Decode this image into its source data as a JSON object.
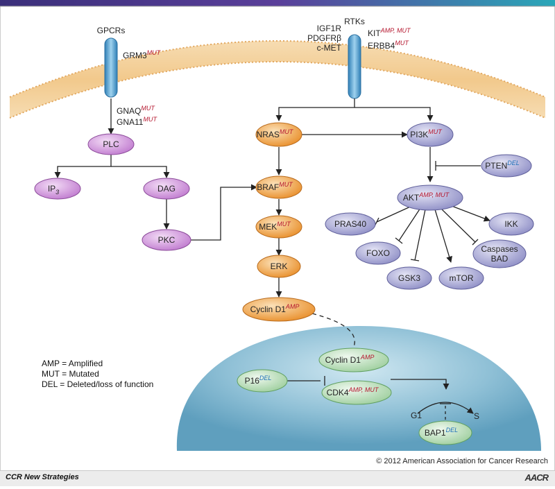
{
  "receptors": {
    "gpcr": {
      "label": "GPCRs",
      "grm3": "GRM3",
      "grm3_sup": "MUT"
    },
    "rtk": {
      "label": "RTKs",
      "left": [
        "IGF1R",
        "PDGFRβ",
        "c-MET"
      ],
      "kit": "KIT",
      "kit_sup": "AMP, MUT",
      "erbb4": "ERBB4",
      "erbb4_sup": "MUT"
    }
  },
  "gna": {
    "gnaq": "GNAQ",
    "gnaq_sup": "MUT",
    "gna11": "GNA11",
    "gna11_sup": "MUT"
  },
  "nodes": {
    "plc": "PLC",
    "ip3": "IP",
    "ip3_sub": "3",
    "dag": "DAG",
    "pkc": "PKC",
    "nras": "NRAS",
    "nras_sup": "MUT",
    "braf": "BRAF",
    "braf_sup": "MUT",
    "mek": "MEK",
    "mek_sup": "MUT",
    "erk": "ERK",
    "cyclin": "Cyclin D1",
    "cyclin_sup": "AMP",
    "pi3k": "PI3K",
    "pi3k_sup": "MUT",
    "pten": "PTEN",
    "pten_sup": "DEL",
    "akt": "AKT",
    "akt_sup": "AMP, MUT",
    "pras40": "PRAS40",
    "ikk": "IKK",
    "foxo": "FOXO",
    "caspases": "Caspases",
    "bad": "BAD",
    "gsk3": "GSK3",
    "mtor": "mTOR"
  },
  "nucleus": {
    "cyclin": "Cyclin D1",
    "cyclin_sup": "AMP",
    "p16": "P16",
    "p16_sup": "DEL",
    "cdk4": "CDK4",
    "cdk4_sup": "AMP, MUT",
    "g1": "G1",
    "s": "S",
    "bap1": "BAP1",
    "bap1_sup": "DEL"
  },
  "legend": [
    "AMP = Amplified",
    "MUT = Mutated",
    "DEL = Deleted/loss of function"
  ],
  "footer": {
    "copyright": "© 2012 American Association for Cancer Research",
    "series": "CCR New Strategies",
    "logo": "AACR"
  },
  "colors": {
    "mut": "#b4142c",
    "del": "#1d6fb8",
    "purple": "#c98bd6",
    "orange": "#f0a040",
    "lavender": "#a8a8d6",
    "green": "#b9dfb9",
    "nucleus": "#7fb7cf",
    "membrane": "#f3c890"
  }
}
